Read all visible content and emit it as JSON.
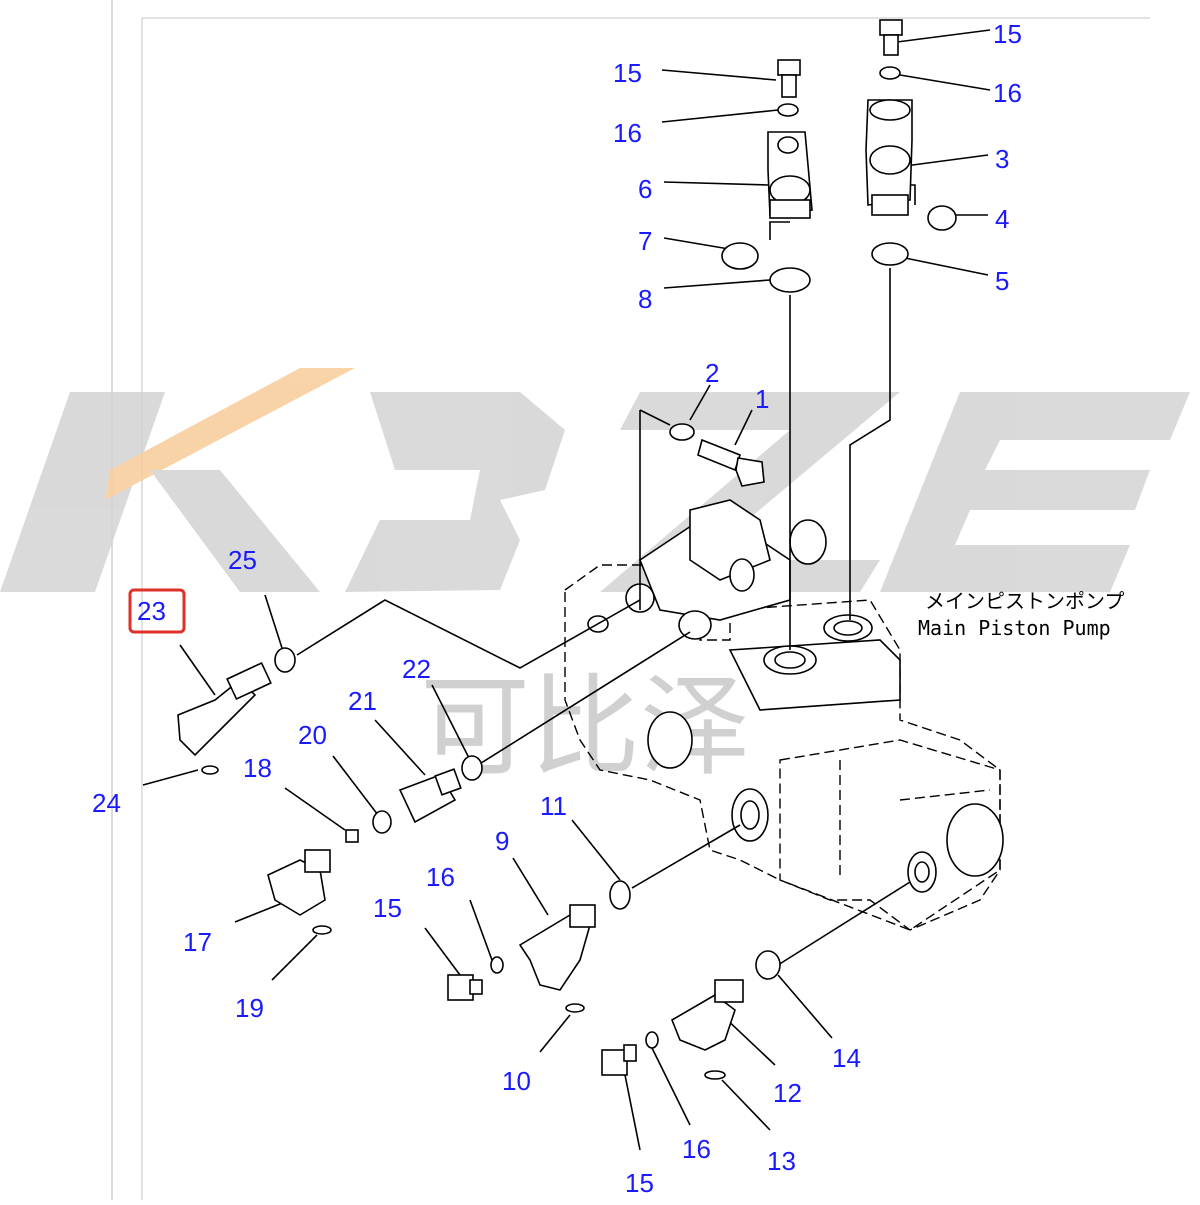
{
  "watermark": {
    "brand": "KBZE",
    "cn_text": "可比泽"
  },
  "assembly_label": {
    "ja": "メインピストンポンプ",
    "en": "Main Piston Pump"
  },
  "highlight": {
    "part": "23",
    "color": "#e0302a"
  },
  "callout_color": "#1a1aff",
  "callouts": {
    "c1": "1",
    "c2": "2",
    "c3": "3",
    "c4": "4",
    "c5": "5",
    "c6": "6",
    "c7": "7",
    "c8": "8",
    "c9": "9",
    "c10": "10",
    "c11": "11",
    "c12": "12",
    "c13": "13",
    "c14": "14",
    "c15a": "15",
    "c15b": "15",
    "c15c": "15",
    "c15d": "15",
    "c16a": "16",
    "c16b": "16",
    "c16c": "16",
    "c16d": "16",
    "c17": "17",
    "c18": "18",
    "c19": "19",
    "c20": "20",
    "c21": "21",
    "c22": "22",
    "c23": "23",
    "c24": "24",
    "c25": "25"
  }
}
